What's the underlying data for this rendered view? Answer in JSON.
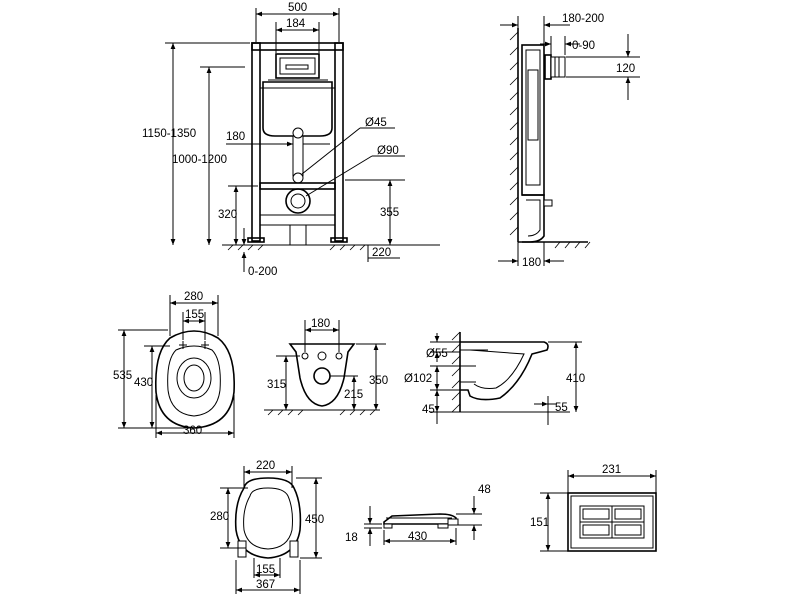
{
  "colors": {
    "line": "#000000",
    "background": "#ffffff"
  },
  "views": {
    "frame_front": {
      "dims": {
        "width": "500",
        "inner_width": "184",
        "height_total": "1150-1350",
        "height_inner": "1000-1200",
        "pipe_offset": "180",
        "flush_dia": "Ø45",
        "outlet_dia": "Ø90",
        "outlet_height": "320",
        "axis_height": "355",
        "foot_width": "220",
        "foot_adjust": "0-200"
      }
    },
    "frame_side": {
      "dims": {
        "depth": "180-200",
        "adjust": "0-90",
        "plate_height": "120",
        "base_depth": "180"
      }
    },
    "bowl_top": {
      "dims": {
        "width_top": "280",
        "hole_spacing": "155",
        "length": "535",
        "inner_length": "430",
        "width": "360"
      }
    },
    "bowl_rear": {
      "dims": {
        "hole_spacing": "180",
        "height_left": "315",
        "height_right": "350",
        "outlet_height": "215"
      }
    },
    "bowl_side": {
      "dims": {
        "inlet_dia": "Ø55",
        "outlet_dia": "Ø102",
        "height": "410",
        "outlet_height": "45",
        "outlet_depth": "55"
      }
    },
    "seat_top": {
      "dims": {
        "width": "220",
        "inner_length": "280",
        "length": "450",
        "hole_spacing": "155",
        "width_total": "367"
      }
    },
    "seat_side": {
      "dims": {
        "thickness": "48",
        "base": "18",
        "length": "430"
      }
    },
    "flush_plate": {
      "dims": {
        "width": "231",
        "height": "151"
      }
    }
  }
}
